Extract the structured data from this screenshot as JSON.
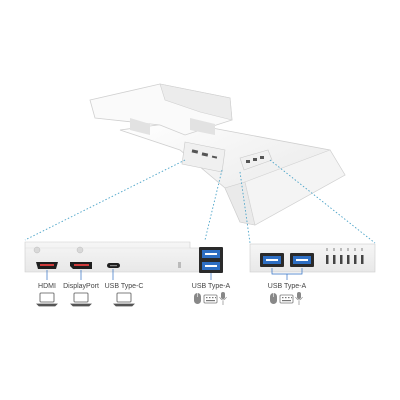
{
  "left_panel": {
    "ports": [
      {
        "label": "HDMI",
        "icon": "laptop-icon"
      },
      {
        "label": "DisplayPort",
        "icon": "laptop-icon"
      },
      {
        "label": "USB Type-C",
        "icon": "laptop-icon"
      },
      {
        "label": "USB Type-A",
        "icons": [
          "mouse-icon",
          "keyboard-icon",
          "microphone-icon"
        ]
      }
    ]
  },
  "right_panel": {
    "ports": [
      {
        "label": "USB Type-A",
        "icons": [
          "mouse-icon",
          "keyboard-icon",
          "microphone-icon"
        ]
      }
    ]
  },
  "colors": {
    "usb_blue": "#2e6fc4",
    "panel_gray": "#ededed",
    "dotted_line": "#4aa3c8"
  }
}
